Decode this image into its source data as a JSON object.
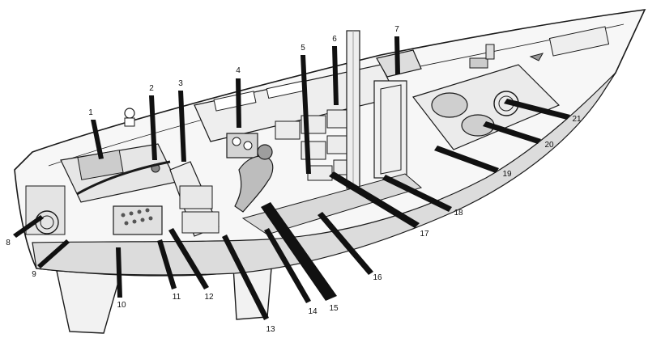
{
  "diagram": {
    "colors": {
      "ink": "#1a1a1a",
      "hull_fill": "#f7f7f7",
      "interior_shade": "#d9d9d9",
      "band_fill": "#dcdcdc",
      "background": "#ffffff"
    },
    "callouts": [
      {
        "label": "1"
      },
      {
        "label": "2"
      },
      {
        "label": "3"
      },
      {
        "label": "4"
      },
      {
        "label": "5"
      },
      {
        "label": "6"
      },
      {
        "label": "7"
      },
      {
        "label": "8"
      },
      {
        "label": "9"
      },
      {
        "label": "10"
      },
      {
        "label": "11"
      },
      {
        "label": "12"
      },
      {
        "label": "13"
      },
      {
        "label": "14"
      },
      {
        "label": "15"
      },
      {
        "label": "16"
      },
      {
        "label": "17"
      },
      {
        "label": "18"
      },
      {
        "label": "19"
      },
      {
        "label": "20"
      },
      {
        "label": "21"
      }
    ]
  }
}
